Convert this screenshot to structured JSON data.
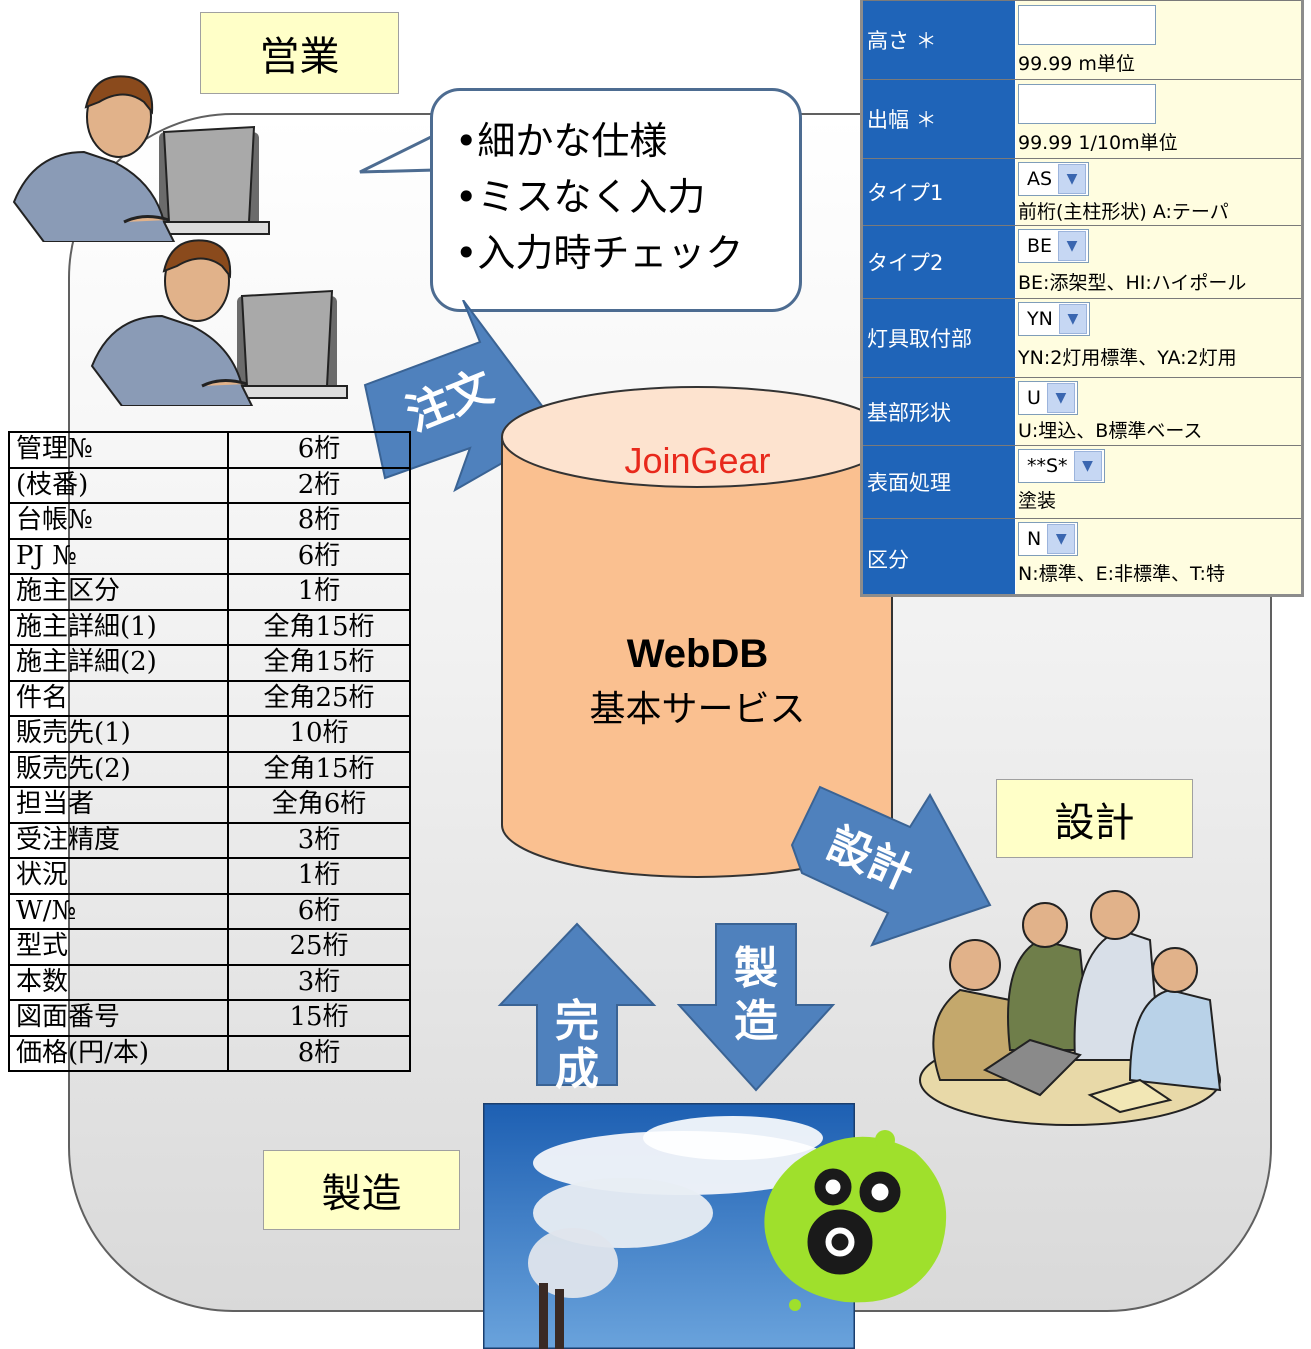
{
  "labels": {
    "eigyo": "営業",
    "sekkei": "設計",
    "seizo": "製造"
  },
  "bubble": {
    "lines": [
      "•細かな仕様",
      "•ミスなく入力",
      "•入力時チェック"
    ]
  },
  "arrows": {
    "order": "注文",
    "design": "設計",
    "complete_1": "完",
    "complete_2": "成",
    "manufacture_1": "製",
    "manufacture_2": "造"
  },
  "database": {
    "brand": "JoinGear",
    "name": "WebDB",
    "service": "基本サービス"
  },
  "spec_table": [
    {
      "field": "管理№",
      "digits": "6桁"
    },
    {
      "field": "(枝番)",
      "digits": "2桁"
    },
    {
      "field": "台帳№",
      "digits": "8桁"
    },
    {
      "field": "PJ №",
      "digits": "6桁"
    },
    {
      "field": "施主区分",
      "digits": "1桁"
    },
    {
      "field": "施主詳細(1)",
      "digits": "全角15桁"
    },
    {
      "field": "施主詳細(2)",
      "digits": "全角15桁"
    },
    {
      "field": "件名",
      "digits": "全角25桁"
    },
    {
      "field": "販売先(1)",
      "digits": "10桁"
    },
    {
      "field": "販売先(2)",
      "digits": "全角15桁"
    },
    {
      "field": "担当者",
      "digits": "全角6桁"
    },
    {
      "field": "受注精度",
      "digits": "3桁"
    },
    {
      "field": "状況",
      "digits": "1桁"
    },
    {
      "field": "W/№",
      "digits": "6桁"
    },
    {
      "field": "型式",
      "digits": "25桁"
    },
    {
      "field": "本数",
      "digits": "3桁"
    },
    {
      "field": "図面番号",
      "digits": "15桁"
    },
    {
      "field": "価格(円/本)",
      "digits": "8桁"
    }
  ],
  "form": {
    "height": {
      "label": "高さ ＊",
      "hint": "99.99 m単位"
    },
    "width": {
      "label": "出幅 ＊",
      "hint": "99.99 1/10m単位"
    },
    "type1": {
      "label": "タイプ1",
      "value": "AS",
      "hint": "前桁(主柱形状) A:テーパ"
    },
    "type2": {
      "label": "タイプ2",
      "value": "BE",
      "hint": "BE:添架型、HI:ハイポール"
    },
    "lamp": {
      "label": "灯具取付部",
      "value": "YN",
      "hint": "YN:2灯用標準、YA:2灯用"
    },
    "base": {
      "label": "基部形状",
      "value": "U",
      "hint": "U:埋込、B標準ベース"
    },
    "surface": {
      "label": "表面処理",
      "value": "**S*",
      "hint": "塗装"
    },
    "category": {
      "label": "区分",
      "value": "N",
      "hint": "N:標準、E:非標準、T:特"
    }
  },
  "colors": {
    "arrow_fill": "#4f81bd",
    "db_fill": "#fac090",
    "brand_red": "#e8291c",
    "form_label_blue": "#1f64b8",
    "label_yellow": "#ffffc8"
  }
}
